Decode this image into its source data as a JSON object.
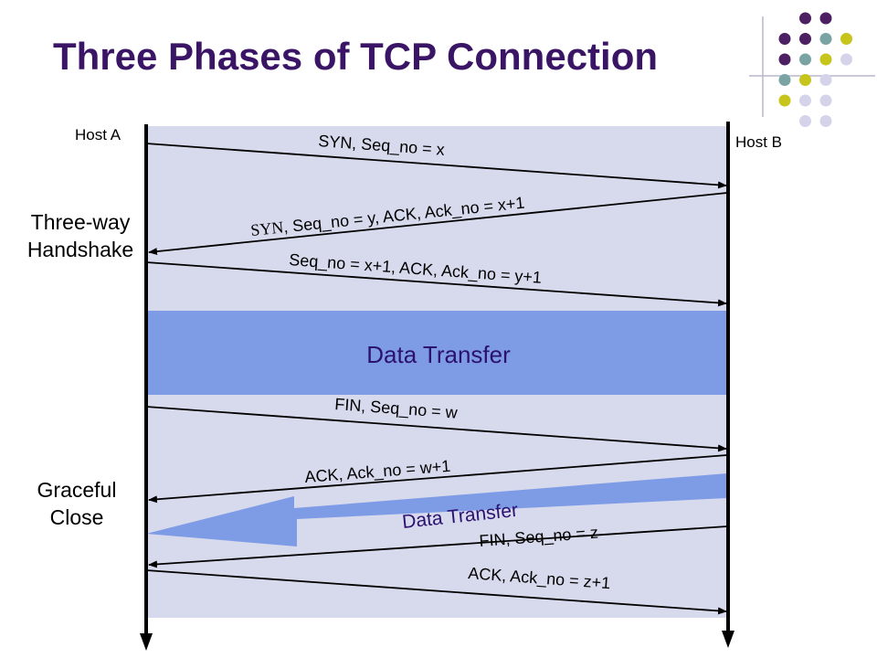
{
  "slide": {
    "title": "Three Phases of TCP Connection",
    "host_a": "Host A",
    "host_b": "Host B",
    "phase1_label": [
      "Three-way",
      "Handshake"
    ],
    "phase3_label": [
      "Graceful",
      "Close"
    ],
    "data_transfer_label": "Data Transfer",
    "close_transfer_label": "Data Transfer"
  },
  "messages": {
    "syn": "SYN, Seq_no = x",
    "synack_prefix": "SYN",
    "synack_rest": ", Seq_no = y, ACK, Ack_no = x+1",
    "ack": "Seq_no = x+1, ACK, Ack_no = y+1",
    "fin_a": "FIN, Seq_no = w",
    "ack_w": "ACK, Ack_no = w+1",
    "fin_b": "FIN, Seq_no = z",
    "ack_z": "ACK, Ack_no = z+1"
  },
  "colors": {
    "title": "#3a1565",
    "panel": "#d7d9ec",
    "band": "#7e9ce6",
    "dot_purple": "#4d1f63",
    "dot_teal": "#7aa3a3",
    "dot_yellow": "#c7c41c",
    "dot_lavender": "#d4d3ea"
  }
}
